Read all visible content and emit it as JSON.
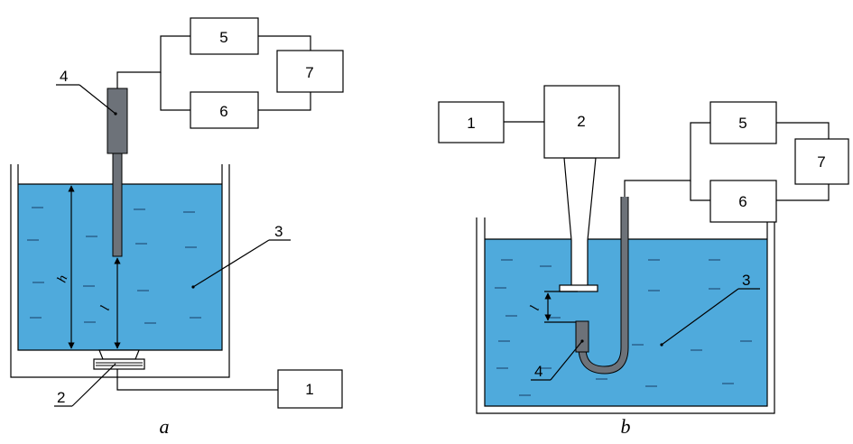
{
  "diagram_a": {
    "caption": "a",
    "labels": {
      "l1": "1",
      "l2": "2",
      "l3": "3",
      "l4": "4",
      "l5": "5",
      "l6": "6",
      "l7": "7"
    },
    "dims": {
      "h": "h",
      "l": "l"
    }
  },
  "diagram_b": {
    "caption": "b",
    "labels": {
      "l1": "1",
      "l2": "2",
      "l3": "3",
      "l4": "4",
      "l5": "5",
      "l6": "6",
      "l7": "7"
    },
    "dims": {
      "l": "l"
    }
  },
  "colors": {
    "water": "#4faadc",
    "probe": "#6d7279",
    "ink": "#000000"
  }
}
